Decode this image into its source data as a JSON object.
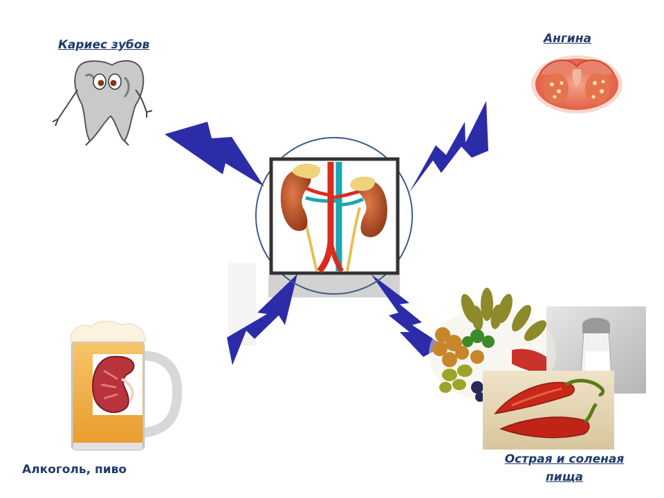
{
  "labels": {
    "caries": "Кариес зубов",
    "angina": "Ангина",
    "alcohol": "Алкоголь, пиво",
    "food_line1": "Острая и соленая",
    "food_line2": "пища"
  },
  "icons": {
    "center": "kidneys-anatomy-icon",
    "tooth": "cartoon-tooth-icon",
    "throat": "inflamed-throat-icon",
    "beer": "beer-mug-icon",
    "food": "pickled-vegetables-icon",
    "salt": "salt-shaker-icon",
    "pepper": "chili-pepper-icon"
  },
  "colors": {
    "label": "#1f3a6b",
    "lightning": "#2c2ca8",
    "frame": "#333333",
    "circle": "#3c5a85",
    "artery": "#d92b1f",
    "vein": "#1aa6b4",
    "kidney": "#b7512b"
  }
}
